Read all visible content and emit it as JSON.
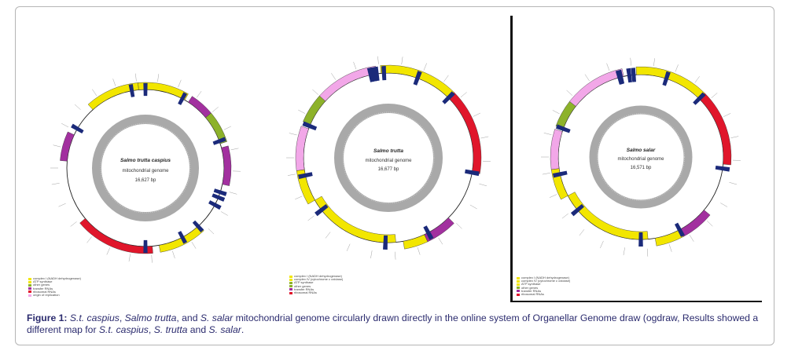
{
  "figure": {
    "label": "Figure 1:",
    "caption_parts": [
      {
        "t": "S.t. caspius",
        "i": true
      },
      {
        "t": ", ",
        "i": false
      },
      {
        "t": "Salmo trutta",
        "i": true
      },
      {
        "t": ", and ",
        "i": false
      },
      {
        "t": "S. salar",
        "i": true
      },
      {
        "t": " mitochondrial genome circularly drawn directly in the online system of Organellar Genome draw (ogdraw, Results showed a different map for ",
        "i": false
      },
      {
        "t": "S.t. caspius",
        "i": true
      },
      {
        "t": ", ",
        "i": false
      },
      {
        "t": "S. trutta",
        "i": true
      },
      {
        "t": " and ",
        "i": false
      },
      {
        "t": "S. salar",
        "i": true
      },
      {
        "t": ".",
        "i": false
      }
    ]
  },
  "colors": {
    "yellow": "#f2e600",
    "red": "#e0162b",
    "magenta": "#a2309f",
    "pink": "#f2a7e8",
    "green": "#8db22a",
    "navy": "#1b2a7a",
    "gray_ring": "#a9a9a9",
    "caption_text": "#2b2b6e"
  },
  "maps": [
    {
      "name": "salmo-trutta-caspius",
      "title": "Salmo trutta caspius",
      "subtitle": "mitochondrial genome",
      "size": "16,627 bp",
      "segments": [
        {
          "start": -95,
          "end": -60,
          "color": "yellow",
          "side": "out"
        },
        {
          "start": -57,
          "end": -40,
          "color": "magenta",
          "side": "out"
        },
        {
          "start": -40,
          "end": -18,
          "color": "green",
          "side": "out"
        },
        {
          "start": -15,
          "end": 12,
          "color": "magenta",
          "side": "out"
        },
        {
          "start": 47,
          "end": 80,
          "color": "yellow",
          "side": "out"
        },
        {
          "start": 85,
          "end": 140,
          "color": "red",
          "side": "out"
        },
        {
          "start": 185,
          "end": 205,
          "color": "magenta",
          "side": "out"
        },
        {
          "start": 228,
          "end": 265,
          "color": "yellow",
          "side": "out"
        }
      ],
      "navy_ticks": [
        -100,
        -90,
        -62,
        -20,
        18,
        22,
        28,
        48,
        62,
        90,
        210
      ],
      "legend": [
        "complex I (NADH dehydrogenase)",
        "ATP synthase",
        "other genes",
        "transfer RNAs",
        "ribosomal RNAs",
        "origin of replication"
      ],
      "legend_colors": [
        "yellow",
        "yellow",
        "green",
        "magenta",
        "red",
        "pink"
      ]
    },
    {
      "name": "salmo-trutta",
      "title": "Salmo trutta",
      "subtitle": "mitochondrial genome",
      "size": "16,677 bp",
      "segments": [
        {
          "start": -95,
          "end": -45,
          "color": "yellow",
          "side": "out"
        },
        {
          "start": -45,
          "end": 10,
          "color": "red",
          "side": "out"
        },
        {
          "start": 45,
          "end": 65,
          "color": "magenta",
          "side": "out"
        },
        {
          "start": 65,
          "end": 80,
          "color": "yellow",
          "side": "out"
        },
        {
          "start": 85,
          "end": 150,
          "color": "yellow",
          "side": "in"
        },
        {
          "start": 150,
          "end": 172,
          "color": "yellow",
          "side": "out"
        },
        {
          "start": 172,
          "end": 200,
          "color": "pink",
          "side": "out"
        },
        {
          "start": 203,
          "end": 222,
          "color": "green",
          "side": "out"
        },
        {
          "start": 222,
          "end": 262,
          "color": "pink",
          "side": "out"
        }
      ],
      "navy_ticks": [
        -100,
        -93,
        -70,
        -45,
        10,
        62,
        92,
        142,
        168,
        202,
        258,
        262
      ],
      "legend": [
        "complex I (NADH dehydrogenase)",
        "complex IV (cytochrome c oxidase)",
        "ATP synthase",
        "other genes",
        "transfer RNAs",
        "ribosomal RNAs"
      ],
      "legend_colors": [
        "yellow",
        "yellow",
        "green",
        "green",
        "magenta",
        "red"
      ]
    },
    {
      "name": "salmo-salar",
      "title": "Salmo salar",
      "subtitle": "mitochondrial genome",
      "size": "16,571 bp",
      "segments": [
        {
          "start": -93,
          "end": -45,
          "color": "yellow",
          "side": "out"
        },
        {
          "start": -45,
          "end": 5,
          "color": "red",
          "side": "out"
        },
        {
          "start": 40,
          "end": 62,
          "color": "magenta",
          "side": "out"
        },
        {
          "start": 62,
          "end": 80,
          "color": "yellow",
          "side": "out"
        },
        {
          "start": 85,
          "end": 152,
          "color": "yellow",
          "side": "in"
        },
        {
          "start": 152,
          "end": 172,
          "color": "yellow",
          "side": "out"
        },
        {
          "start": 172,
          "end": 198,
          "color": "pink",
          "side": "out"
        },
        {
          "start": 200,
          "end": 218,
          "color": "green",
          "side": "out"
        },
        {
          "start": 218,
          "end": 258,
          "color": "pink",
          "side": "out"
        }
      ],
      "navy_ticks": [
        -105,
        -95,
        -72,
        -45,
        8,
        62,
        90,
        140,
        168,
        200,
        256,
        262
      ],
      "legend": [
        "complex I (NADH dehydrogenase)",
        "complex IV (cytochrome c oxidase)",
        "ATP synthase",
        "other genes",
        "transfer RNAs",
        "ribosomal RNAs"
      ],
      "legend_colors": [
        "yellow",
        "yellow",
        "yellow",
        "green",
        "magenta",
        "red"
      ]
    }
  ]
}
